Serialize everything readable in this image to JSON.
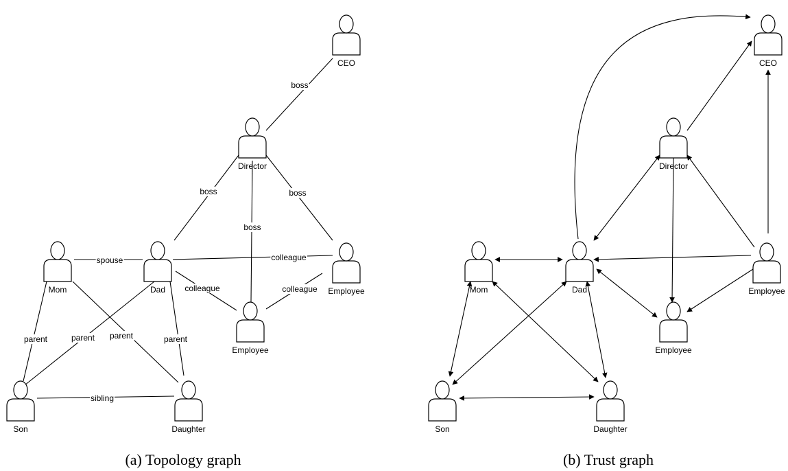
{
  "panels": [
    {
      "id": "a",
      "caption": "(a) Topology graph",
      "nodes": [
        {
          "id": "ceo",
          "label": "CEO"
        },
        {
          "id": "director",
          "label": "Director"
        },
        {
          "id": "mom",
          "label": "Mom"
        },
        {
          "id": "dad",
          "label": "Dad"
        },
        {
          "id": "employee1",
          "label": "Employee"
        },
        {
          "id": "employee2",
          "label": "Employee"
        },
        {
          "id": "son",
          "label": "Son"
        },
        {
          "id": "daughter",
          "label": "Daughter"
        }
      ],
      "edges": [
        {
          "from": "director",
          "to": "ceo",
          "label": "boss"
        },
        {
          "from": "dad",
          "to": "director",
          "label": "boss"
        },
        {
          "from": "employee1",
          "to": "director",
          "label": "boss"
        },
        {
          "from": "employee2",
          "to": "director",
          "label": "boss"
        },
        {
          "from": "mom",
          "to": "dad",
          "label": "spouse"
        },
        {
          "from": "dad",
          "to": "employee1",
          "label": "colleague"
        },
        {
          "from": "dad",
          "to": "employee2",
          "label": "colleague"
        },
        {
          "from": "employee2",
          "to": "employee1",
          "label": "colleague"
        },
        {
          "from": "mom",
          "to": "son",
          "label": "parent"
        },
        {
          "from": "dad",
          "to": "son",
          "label": "parent"
        },
        {
          "from": "mom",
          "to": "daughter",
          "label": "parent"
        },
        {
          "from": "dad",
          "to": "daughter",
          "label": "parent"
        },
        {
          "from": "son",
          "to": "daughter",
          "label": "sibling"
        }
      ]
    },
    {
      "id": "b",
      "caption": "(b) Trust graph",
      "nodes": [
        {
          "id": "ceo",
          "label": "CEO"
        },
        {
          "id": "director",
          "label": "Director"
        },
        {
          "id": "mom",
          "label": "Mom"
        },
        {
          "id": "dad",
          "label": "Dad"
        },
        {
          "id": "employee1",
          "label": "Employee"
        },
        {
          "id": "employee2",
          "label": "Employee"
        },
        {
          "id": "son",
          "label": "Son"
        },
        {
          "id": "daughter",
          "label": "Daughter"
        }
      ],
      "edges": [
        {
          "from": "mom",
          "to": "dad",
          "direction": "both"
        },
        {
          "from": "dad",
          "to": "director",
          "direction": "both"
        },
        {
          "from": "dad",
          "to": "employee2",
          "direction": "both"
        },
        {
          "from": "dad",
          "to": "son",
          "direction": "both"
        },
        {
          "from": "dad",
          "to": "daughter",
          "direction": "both"
        },
        {
          "from": "mom",
          "to": "son",
          "direction": "both"
        },
        {
          "from": "mom",
          "to": "daughter",
          "direction": "both"
        },
        {
          "from": "son",
          "to": "daughter",
          "direction": "both"
        },
        {
          "from": "director",
          "to": "ceo",
          "direction": "forward"
        },
        {
          "from": "employee1",
          "to": "ceo",
          "direction": "forward"
        },
        {
          "from": "employee1",
          "to": "director",
          "direction": "forward"
        },
        {
          "from": "employee1",
          "to": "dad",
          "direction": "forward"
        },
        {
          "from": "employee1",
          "to": "employee2",
          "direction": "forward"
        },
        {
          "from": "director",
          "to": "employee2",
          "direction": "forward"
        },
        {
          "from": "dad",
          "to": "ceo",
          "direction": "forward"
        }
      ]
    }
  ]
}
